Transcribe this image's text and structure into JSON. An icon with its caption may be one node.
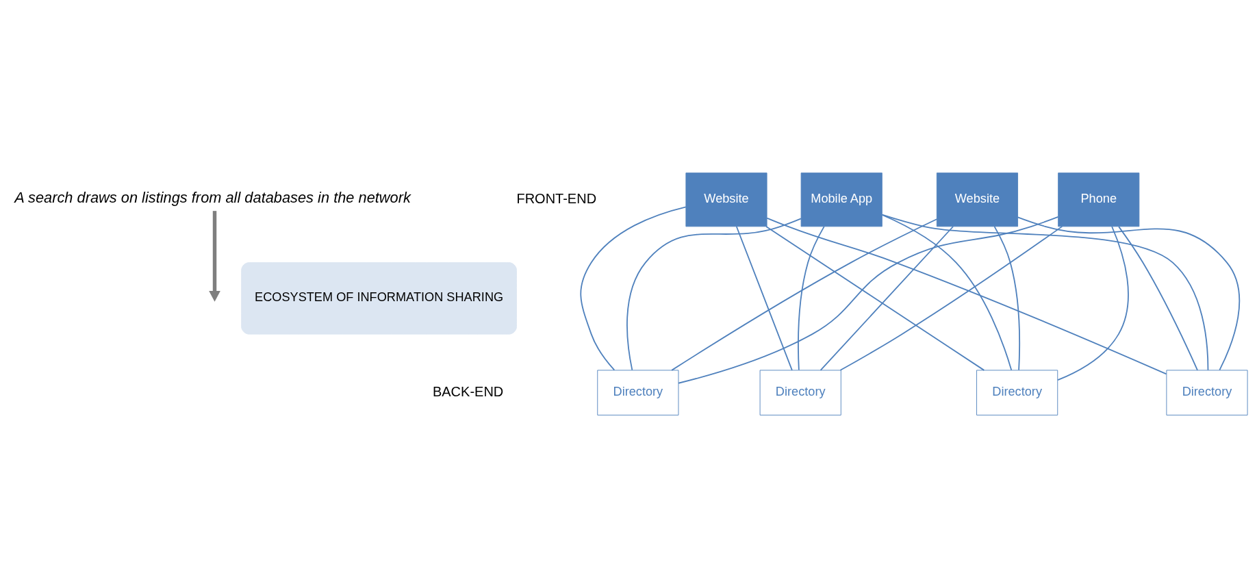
{
  "diagram": {
    "nodes": [
      {
        "text": [
          "A search draws on listings from all databases in the network"
        ]
      },
      {
        "text": [
          "Website"
        ]
      },
      {
        "text": [
          "Mobile App"
        ]
      },
      {
        "text": [
          "Website"
        ]
      },
      {
        "text": [
          "Phone"
        ]
      },
      {
        "text": [
          "ECOSYSTEM OF INFORMATION SHARING"
        ]
      },
      {
        "text": [
          "Directory"
        ]
      },
      {
        "text": [
          "Directory"
        ]
      },
      {
        "text": [
          "Directory"
        ]
      },
      {
        "text": [
          "Directory"
        ]
      }
    ],
    "edges": [
      {
        "from": 0,
        "to": null,
        "arrow": "to",
        "style": "thick",
        "color": "#7f7f7f"
      },
      {
        "from": 1,
        "to": 6,
        "arrow": "none"
      },
      {
        "from": 1,
        "to": 7,
        "arrow": "none"
      },
      {
        "from": 1,
        "to": 8,
        "arrow": "none"
      },
      {
        "from": 1,
        "to": 9,
        "arrow": "none"
      },
      {
        "from": 2,
        "to": 6,
        "arrow": "none"
      },
      {
        "from": 2,
        "to": 7,
        "arrow": "none"
      },
      {
        "from": 2,
        "to": 8,
        "arrow": "none"
      },
      {
        "from": 2,
        "to": 9,
        "arrow": "none"
      },
      {
        "from": 3,
        "to": 6,
        "arrow": "none"
      },
      {
        "from": 3,
        "to": 7,
        "arrow": "none"
      },
      {
        "from": 3,
        "to": 8,
        "arrow": "none"
      },
      {
        "from": 3,
        "to": 9,
        "arrow": "none"
      },
      {
        "from": 4,
        "to": 6,
        "arrow": "none"
      },
      {
        "from": 4,
        "to": 7,
        "arrow": "none"
      },
      {
        "from": 4,
        "to": 8,
        "arrow": "none"
      },
      {
        "from": 4,
        "to": 9,
        "arrow": "none"
      }
    ],
    "labels": [
      "FRONT-END",
      "BACK-END"
    ]
  }
}
